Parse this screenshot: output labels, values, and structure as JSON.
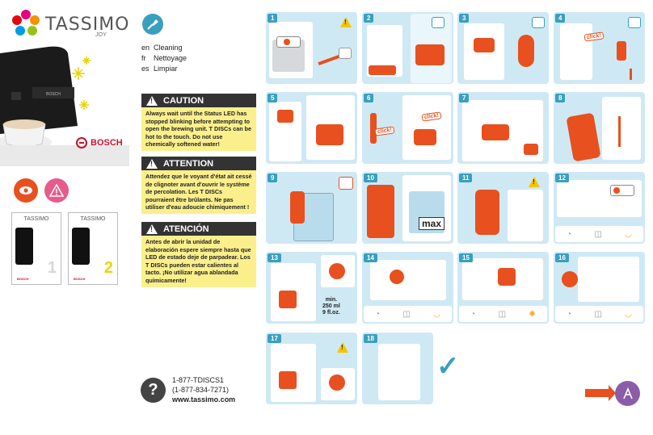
{
  "brand": {
    "name": "TASSIMO",
    "subname": "JOY",
    "maker": "BOSCH",
    "logo_colors": [
      "#e6007e",
      "#f39200",
      "#95c11f",
      "#009ee0",
      "#e30613"
    ]
  },
  "section": {
    "icon": "cleaning-brush-icon",
    "languages": [
      {
        "code": "en",
        "label": "Cleaning"
      },
      {
        "code": "fr",
        "label": "Nettoyage"
      },
      {
        "code": "es",
        "label": "Limpiar"
      }
    ]
  },
  "manuals": [
    {
      "brand": "TASSIMO",
      "number": "1",
      "maker": "BOSCH"
    },
    {
      "brand": "TASSIMO",
      "number": "2",
      "maker": "BOSCH"
    }
  ],
  "warnings": [
    {
      "title": "CAUTION",
      "text": "Always wait until the Status LED has stopped blinking before attempting to open the brewing unit. T DISCs can be hot to the touch. Do not use chemically softened water!"
    },
    {
      "title": "ATTENTION",
      "text": "Attendez que le voyant d'état ait cessé de clignoter avant d'ouvrir le système de percolation. Les T DISCs pourraient être brûlants. Ne pas utiliser d'eau adoucie chimiquement !"
    },
    {
      "title": "ATENCIÓN",
      "text": "Antes de abrir la unidad de elaboración espere siempre hasta que LED de estado deje de parpadear. Los T DISCs pueden estar calientes al tacto. ¡No utilizar agua ablandada químicamente!"
    }
  ],
  "steps": {
    "s1": "1",
    "s2": "2",
    "s3": "3",
    "s4": "4",
    "s5": "5",
    "s6": "6",
    "s7": "7",
    "s8": "8",
    "s9": "9",
    "s10": "10",
    "s11": "11",
    "s12": "12",
    "s13": "13",
    "s14": "14",
    "s15": "15",
    "s16": "16",
    "s17": "17",
    "s18": "18"
  },
  "labels": {
    "click": "click!",
    "max": "max",
    "min_line1": "min.",
    "min_line2": "250 ml",
    "min_line3": "9 fl.oz."
  },
  "contact": {
    "phone": "1-877-TDISCS1",
    "phone_numeric": "(1-877-834-7271)",
    "website": "www.tassimo.com"
  },
  "colors": {
    "step_bg": "#cfe9f4",
    "accent_blue": "#3a9fbf",
    "orange": "#e8501f",
    "warning_yellow": "#fbef8c",
    "purple": "#8a5da9"
  }
}
